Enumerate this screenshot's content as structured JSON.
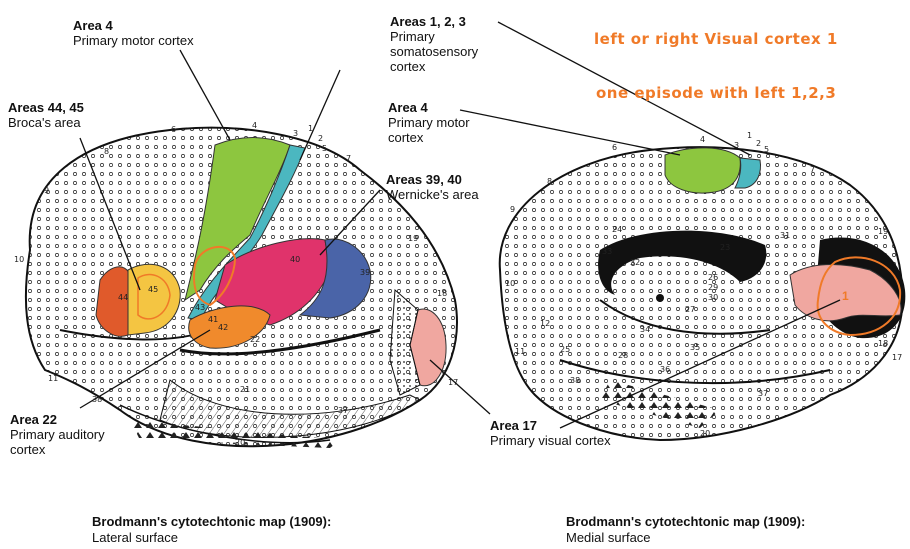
{
  "labels": {
    "area4_lateral": {
      "title": "Area 4",
      "sub": [
        "Primary motor cortex"
      ]
    },
    "areas123": {
      "title": "Areas 1, 2, 3",
      "sub": [
        "Primary",
        "somatosensory",
        "cortex"
      ]
    },
    "areas4445": {
      "title": "Areas 44, 45",
      "sub": [
        "Broca's area"
      ]
    },
    "area4_medial": {
      "title": "Area 4",
      "sub": [
        "Primary motor",
        "cortex"
      ]
    },
    "areas3940": {
      "title": "Areas 39, 40",
      "sub": [
        "Wernicke's area"
      ]
    },
    "area22": {
      "title": "Area 22",
      "sub": [
        "Primary auditory",
        "cortex"
      ]
    },
    "area17": {
      "title": "Area 17",
      "sub": [
        "Primary visual cortex"
      ]
    }
  },
  "annotations": {
    "note1": "left or right Visual cortex  1",
    "note2": "one episode with left  1,2,3",
    "marker": "1"
  },
  "captions": {
    "lateral": {
      "title": "Brodmann's cytotechtonic map (1909):",
      "sub": "Lateral surface"
    },
    "medial": {
      "title": "Brodmann's cytotechtonic map (1909):",
      "sub": "Medial surface"
    }
  },
  "area_numbers_lateral": [
    "6",
    "8",
    "9",
    "10",
    "11",
    "4",
    "3",
    "1",
    "2",
    "5",
    "7",
    "19",
    "18",
    "17",
    "38",
    "20",
    "21",
    "22",
    "37",
    "39",
    "40",
    "44",
    "45",
    "41",
    "42",
    "43"
  ],
  "area_numbers_medial": [
    "6",
    "8",
    "9",
    "4",
    "3",
    "1",
    "2",
    "5",
    "7",
    "19",
    "18",
    "17",
    "10",
    "11",
    "25",
    "33",
    "24",
    "23",
    "26",
    "29",
    "30",
    "27",
    "31",
    "38",
    "28",
    "36",
    "35",
    "34",
    "37",
    "20",
    "32",
    "12"
  ],
  "colors": {
    "motor": "#8dc63f",
    "somatosensory": "#4bb7c0",
    "broca_dark": "#e05a2b",
    "broca_light": "#f4c542",
    "auditory": "#f08a2c",
    "wernicke_pink": "#e0336b",
    "wernicke_blue": "#4a64a8",
    "visual": "#f0a7a0",
    "annotation": "#f07a28"
  }
}
